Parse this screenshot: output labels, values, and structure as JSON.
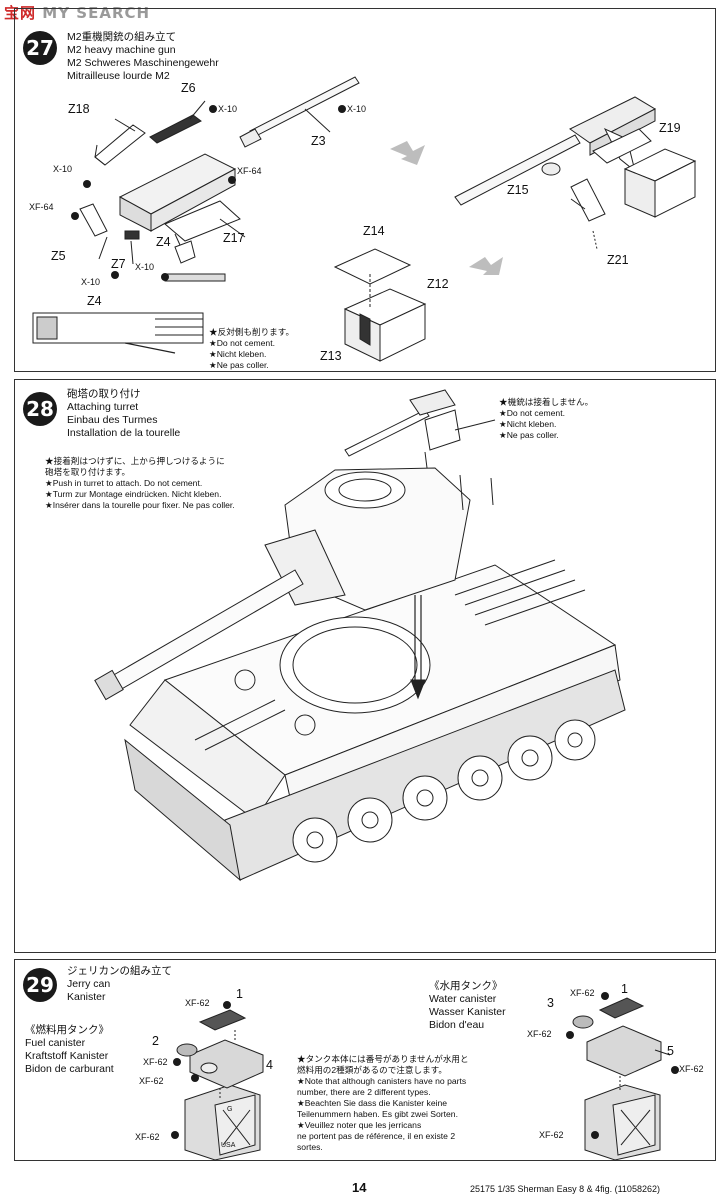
{
  "watermark": {
    "a": "宝",
    "b": "网",
    "c": "SEARCH",
    "d": "MY"
  },
  "page_number": "14",
  "footer": "25175  1/35 Sherman Easy 8 & 4fig. (11058262)",
  "step27": {
    "number": "27",
    "title": [
      "M2重機関銃の組み立て",
      "M2 heavy machine gun",
      "M2 Schweres Maschinengewehr",
      "Mitrailleuse lourde M2"
    ],
    "parts": {
      "z18": "Z18",
      "z6": "Z6",
      "z3": "Z3",
      "z5": "Z5",
      "z7": "Z7",
      "z4a": "Z4",
      "z4b": "Z4",
      "z17": "Z17",
      "z14": "Z14",
      "z12": "Z12",
      "z13": "Z13",
      "z19": "Z19",
      "z15": "Z15",
      "z21": "Z21"
    },
    "paints": {
      "x10a": "X-10",
      "x10b": "X-10",
      "x10c": "X-10",
      "x10d": "X-10",
      "x10e": "X-10",
      "xf64a": "XF-64",
      "xf64b": "XF-64"
    },
    "note": [
      "★反対側も削ります。",
      "★Do not cement.",
      "★Nicht kleben.",
      "★Ne pas coller."
    ]
  },
  "step28": {
    "number": "28",
    "title": [
      "砲塔の取り付け",
      "Attaching turret",
      "Einbau des Turmes",
      "Installation de la tourelle"
    ],
    "note_left": [
      "★接着剤はつけずに、上から押しつけるように",
      "砲塔を取り付けます。",
      "★Push in turret to attach. Do not cement.",
      "★Turm zur Montage eindrücken. Nicht kleben.",
      "★Insérer dans la tourelle pour fixer. Ne pas coller."
    ],
    "note_right": [
      "★機銃は接着しません。",
      "★Do not cement.",
      "★Nicht kleben.",
      "★Ne pas coller."
    ]
  },
  "step29": {
    "number": "29",
    "title": [
      "ジェリカンの組み立て",
      "Jerry can",
      "Kanister"
    ],
    "fuel_title": [
      "《燃料用タンク》",
      "Fuel canister",
      "Kraftstoff Kanister",
      "Bidon de carburant"
    ],
    "water_title": [
      "《水用タンク》",
      "Water canister",
      "Wasser Kanister",
      "Bidon d'eau"
    ],
    "note": [
      "★タンク本体には番号がありませんが水用と",
      "燃料用の2種類があるので注意します。",
      "★Note that although canisters have no parts",
      "number, there are 2 different types.",
      "★Beachten Sie dass die Kanister keine",
      "Teilenummern haben. Es gibt zwei Sorten.",
      "★Veuillez noter que les jerricans",
      "ne portent pas de référence, il en existe 2",
      "sortes."
    ],
    "fuel_parts": {
      "p1": "1",
      "p2": "2",
      "p4": "4",
      "xf62a": "XF-62",
      "xf62b": "XF-62",
      "xf62c": "XF-62",
      "xf62d": "XF-62",
      "usa": "USA",
      "g": "G"
    },
    "water_parts": {
      "p1": "1",
      "p3": "3",
      "p5": "5",
      "xf62a": "XF-62",
      "xf62b": "XF-62",
      "xf62c": "XF-62",
      "xf62d": "XF-62"
    }
  },
  "colors": {
    "ink": "#111111",
    "paint_dot": "#1a1a1a",
    "arrow": "#bdbdbd"
  }
}
